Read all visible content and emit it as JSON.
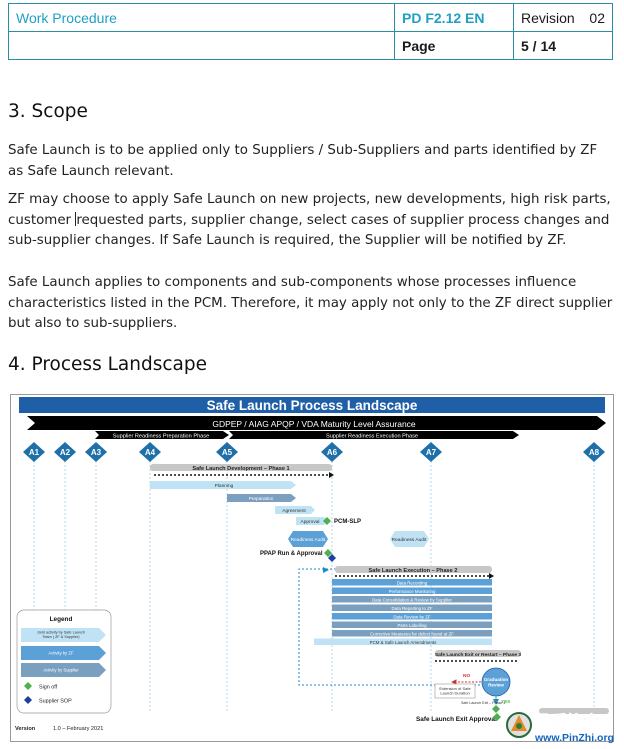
{
  "header": {
    "doc_title": "Work Procedure",
    "doc_number": "PD F2.12 EN",
    "revision_label": "Revision",
    "revision_value": "02",
    "page_label": "Page",
    "page_value": "5 / 14"
  },
  "section3": {
    "heading": "3.  Scope",
    "p1": "Safe Launch is to be applied only to Suppliers / Sub-Suppliers and parts identified by ZF as Safe Launch relevant.",
    "p2a": "ZF may choose to apply Safe Launch on new projects, new developments, high risk parts, customer ",
    "p2b": "requested parts, supplier change, select cases of supplier process changes and sub-supplier changes. If Safe Launch is required, the Supplier will be notified by ZF.",
    "p3": "Safe Launch applies to components and sub-components whose processes influence characteristics listed in the PCM. Therefore, it may apply not only to the ZF direct supplier but also to sub-suppliers."
  },
  "section4": {
    "heading": "4.  Process Landscape"
  },
  "diagram": {
    "title": "Safe Launch Process Landscape",
    "banner": "GDPEP / AIAG APQP / VDA Maturity Level Assurance",
    "phase_prep": "Supplier Readiness Preparation Phase",
    "phase_exec": "Supplier Readiness Execution Phase",
    "milestones": [
      "A1",
      "A2",
      "A3",
      "A4",
      "A5",
      "A6",
      "A7",
      "A8"
    ],
    "phase1_label": "Safe Launch Development – Phase 1",
    "planning": "Planning",
    "preparation": "Preparation",
    "agreement": "Agreement",
    "approval": "Approval",
    "pcm_slp": "PCM-SLP",
    "readiness_audit": "Readiness Audit",
    "readiness_audit_2": "Readiness Audit",
    "ppap": "PPAP Run & Approval",
    "phase2_label": "Safe Launch Execution – Phase 2",
    "exec_items": [
      "Data Recording",
      "Performance Monitoring",
      "Data Consolidation & Review by Supplier",
      "Data Reporting to ZF",
      "Data Review by ZF",
      "Parts Labelling",
      "Corrective Measures for defect found at ZF",
      "PCM & Safe Launch Amendments"
    ],
    "phase3_label": "Safe Launch Exit or Restart – Phase 3",
    "no_label": "NO",
    "extension_label": "Extension of Safe Launch Duration",
    "graduation_label": "Graduation Review",
    "yes_label": "YES",
    "exit_small": "Safe Launch Exit – Phase 4",
    "exit_label": "Safe Launch Exit Approval",
    "legend": {
      "title": "Legend",
      "joint": "Joint activity by Safe Launch Team ( ZF & Supplier)",
      "by_zf": "Activity by ZF",
      "by_supplier": "Activity by Supplier",
      "sign_off": "Sign off",
      "supplier_sop": "Supplier SOP"
    },
    "version_label": "Version",
    "version_value": "1.0 – February 2021",
    "colors": {
      "title_bar": "#1f5fa8",
      "milestone": "#1f6fa8",
      "zf_activity": "#5ba0d6",
      "supplier_activity": "#7a9fbf",
      "joint_activity": "#bfe3f4",
      "sign_off": "#4caf50",
      "sop": "#1d3fa0"
    }
  },
  "watermark": {
    "cn_text": "品质协会",
    "url": "www.PinZhi.org"
  }
}
